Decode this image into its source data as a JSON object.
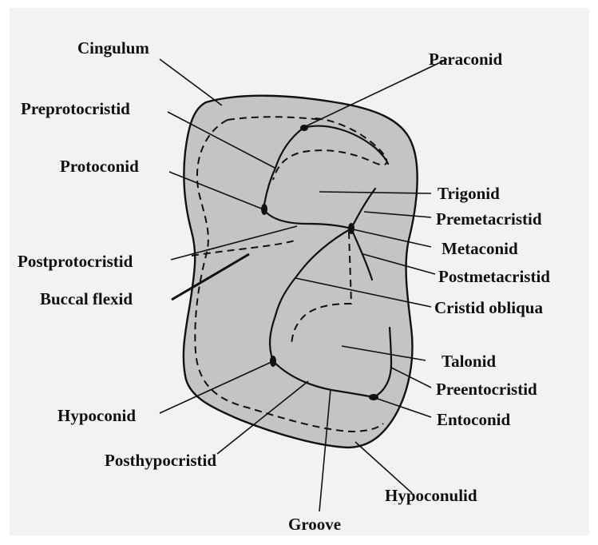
{
  "diagram": {
    "labels": {
      "cingulum": "Cingulum",
      "paraconid": "Paraconid",
      "preprotocristid": "Preprotocristid",
      "protoconid": "Protoconid",
      "trigonid": "Trigonid",
      "premetacristid": "Premetacristid",
      "metaconid": "Metaconid",
      "postprotocristid": "Postprotocristid",
      "postmetacristid": "Postmetacristid",
      "buccal_flexid": "Buccal flexid",
      "cristid_obliqua": "Cristid obliqua",
      "talonid": "Talonid",
      "preentocristid": "Preentocristid",
      "hypoconid": "Hypoconid",
      "entoconid": "Entoconid",
      "posthypocristid": "Posthypocristid",
      "groove": "Groove",
      "hypoconulid": "Hypoconulid"
    },
    "colors": {
      "background": "#f2f2f2",
      "tooth_fill": "#c4c4c4",
      "line": "#111111"
    }
  }
}
